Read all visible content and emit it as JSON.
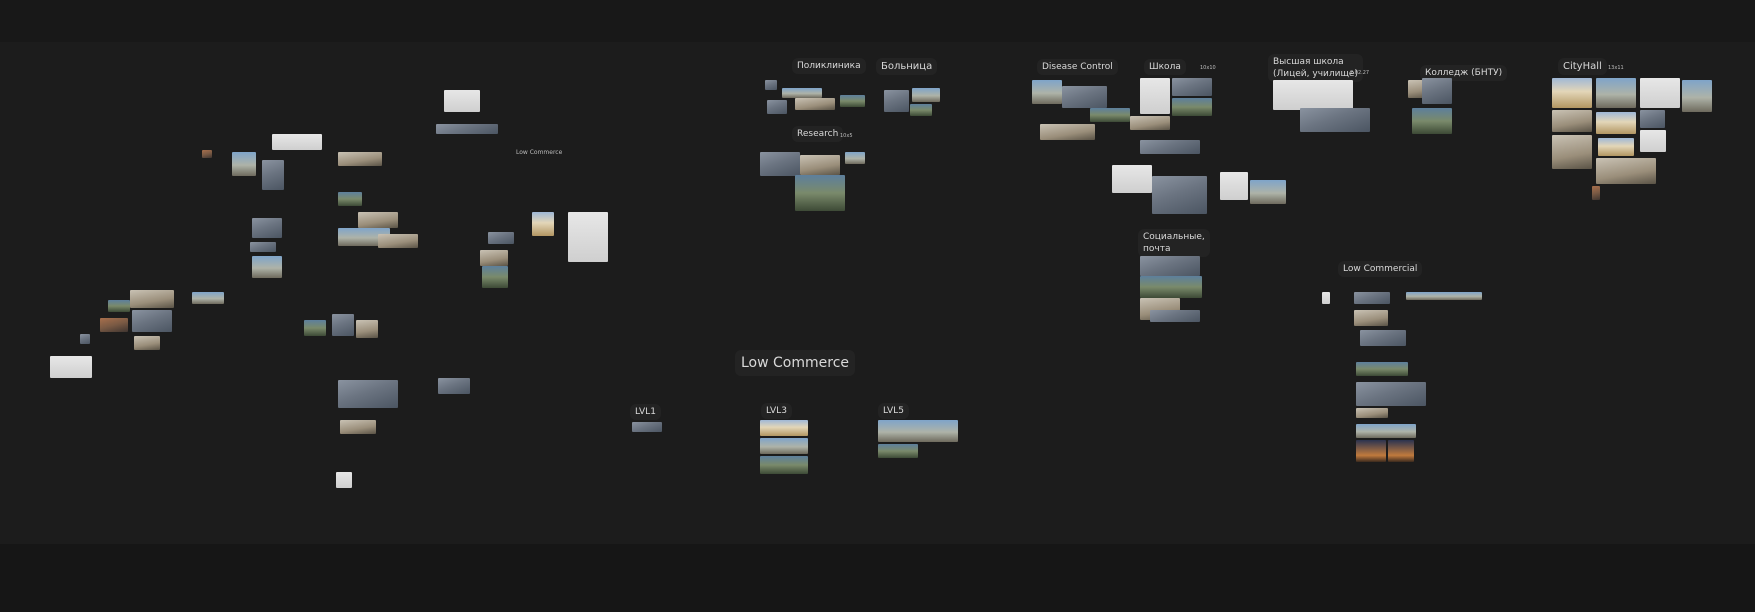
{
  "window": {
    "title": ""
  },
  "board": {
    "frames": [
      {
        "id": "polyclinic",
        "label": "Поликлиника"
      },
      {
        "id": "hospital",
        "label": "Больница"
      },
      {
        "id": "research",
        "label": "Research"
      },
      {
        "id": "disease-control",
        "label": "Disease Control"
      },
      {
        "id": "school",
        "label": "Школа"
      },
      {
        "id": "higher-school",
        "label": "Высшая школа\n(Лицей, училище)"
      },
      {
        "id": "college",
        "label": "Колледж (БНТУ)"
      },
      {
        "id": "cityhall",
        "label": "CityHall"
      },
      {
        "id": "social",
        "label": "Социальные,\nпочта"
      },
      {
        "id": "low-commercial",
        "label": "Low Commercial"
      },
      {
        "id": "low-commerce",
        "label": "Low Commerce"
      },
      {
        "id": "lvl1",
        "label": "LVL1"
      },
      {
        "id": "lvl3",
        "label": "LVL3"
      },
      {
        "id": "lvl5",
        "label": "LVL5"
      },
      {
        "id": "low-commerce-small",
        "label": "Low Commerce"
      }
    ],
    "size_notes": {
      "school": "10x10",
      "cityhall": "13x11",
      "higher_school_date": "2.02.27",
      "research_note": "10x5"
    }
  }
}
